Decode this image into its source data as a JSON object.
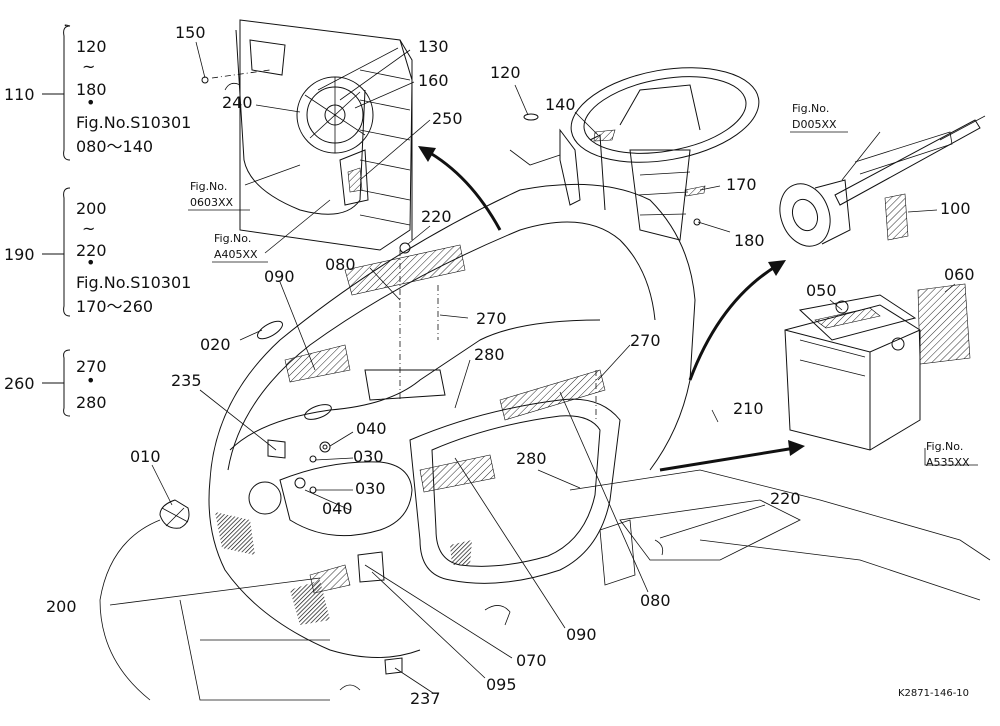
{
  "group_legend": [
    {
      "id": "110",
      "lines": [
        "120",
        "~",
        "180",
        "•",
        "Fig.No.S10301",
        "080～140"
      ]
    },
    {
      "id": "190",
      "lines": [
        "200",
        "~",
        "220",
        "•",
        "Fig.No.S10301",
        "170～260"
      ]
    },
    {
      "id": "260",
      "lines": [
        "270",
        "•",
        "280"
      ]
    }
  ],
  "part_labels": [
    "150",
    "130",
    "160",
    "240",
    "250",
    "120",
    "140",
    "170",
    "180",
    "220",
    "080",
    "270",
    "090",
    "020",
    "280",
    "235",
    "040",
    "030",
    "010",
    "210",
    "220",
    "200",
    "095",
    "070",
    "090",
    "080",
    "237",
    "050",
    "060",
    "100"
  ],
  "fig_refs": [
    {
      "top": "Fig.No.",
      "bottom": "0603XX"
    },
    {
      "top": "Fig.No.",
      "bottom": "A405XX"
    },
    {
      "top": "Fig.No.",
      "bottom": "D005XX"
    },
    {
      "top": "Fig.No.",
      "bottom": "A535XX"
    }
  ],
  "footer_code": "K2871-146-10"
}
